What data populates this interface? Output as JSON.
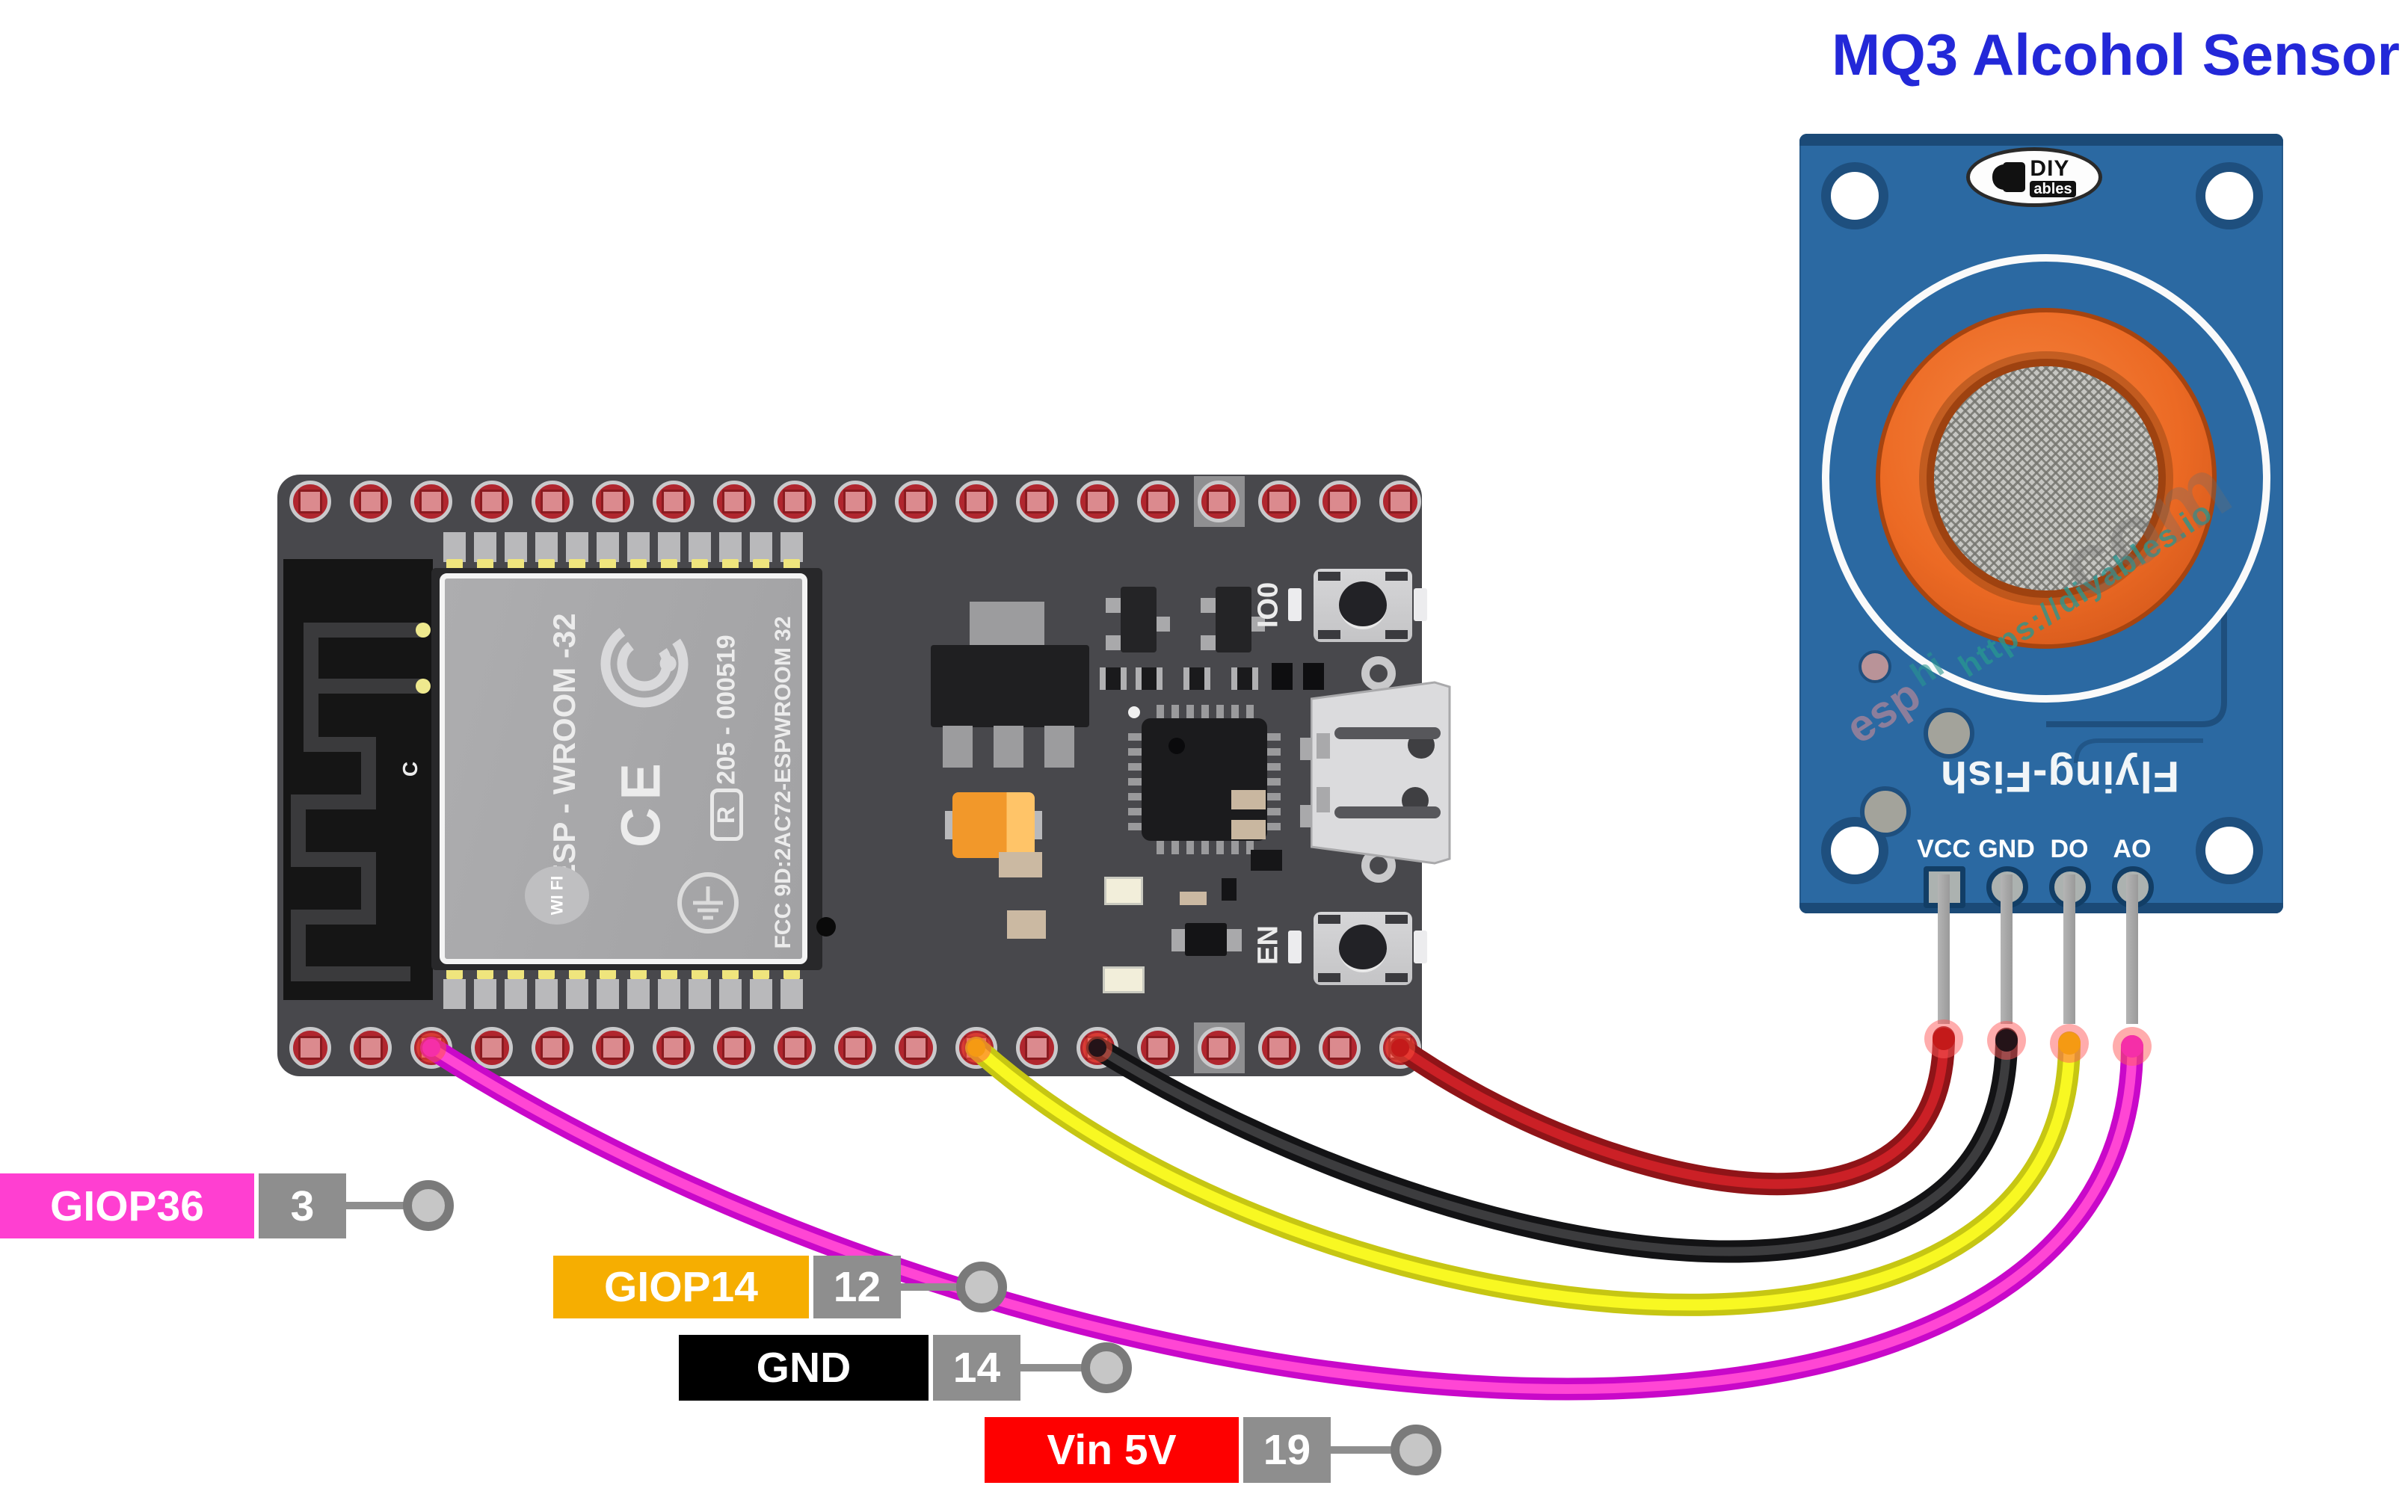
{
  "title": {
    "text": "MQ3 Alcohol Sensor",
    "color": "#2328D8"
  },
  "esp32_board": {
    "pins_per_row": 19,
    "module_name": "ESP - WROOM -32",
    "module_serial": "205 - 000519",
    "module_fcc": "FCC 9D:2AC72-ESPWROOM 32",
    "ce_mark": "CE",
    "r_mark": "R",
    "wifi_logo": "WI FI",
    "silkscreen_c": "C",
    "button_io0_label": "IO0",
    "button_en_label": "EN",
    "board_color": "#48484C"
  },
  "sensor_module": {
    "logo_diy": "DIY",
    "logo_ables": "ables",
    "board_name_upside_down": "Flying-Fish",
    "pin_labels": [
      "VCC",
      "GND",
      "DO",
      "AO"
    ],
    "watermark_url": "https://diyables.io",
    "watermark_frag_esp": "esp",
    "watermark_frag_hi": "hi",
    "watermark_frag_com": "com",
    "board_color": "#2B69A2",
    "sensor_color": "#EC6A24"
  },
  "callouts": [
    {
      "label": "GIOP36",
      "pin": "3",
      "color": "#FF3FD1"
    },
    {
      "label": "GIOP14",
      "pin": "12",
      "color": "#F6AE01"
    },
    {
      "label": "GND",
      "pin": "14",
      "color": "#000000"
    },
    {
      "label": "Vin 5V",
      "pin": "19",
      "color": "#FE0000"
    }
  ],
  "wires": [
    {
      "name": "VCC wire",
      "outer": "#8F1418",
      "core": "#CB2026",
      "tip": "#C41A1A"
    },
    {
      "name": "GND wire",
      "outer": "#131315",
      "core": "#3C3C3E",
      "tip": "#241318"
    },
    {
      "name": "DO wire",
      "outer": "#C6C613",
      "core": "#F8F822",
      "tip": "#F59A13"
    },
    {
      "name": "AO wire",
      "outer": "#C908C9",
      "core": "#FF46D4",
      "tip": "#F52FA8"
    }
  ]
}
